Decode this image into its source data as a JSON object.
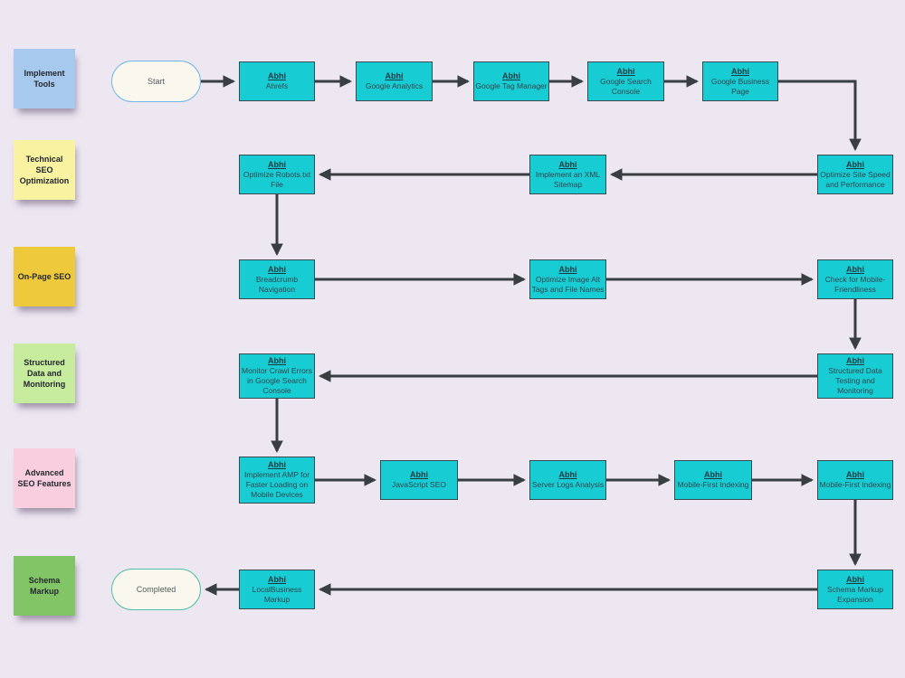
{
  "diagram": {
    "background_color": "#ede7f2",
    "node_fill_color": "#18ccd4",
    "node_border_color": "#3a4a50",
    "arrow_color": "#393e42",
    "stickies": [
      {
        "label": "Implement Tools",
        "color": "#a7c9ee"
      },
      {
        "label": "Technical SEO Optimization",
        "color": "#f8f2a1"
      },
      {
        "label": "On-Page SEO",
        "color": "#efc93c"
      },
      {
        "label": "Structured Data and Monitoring",
        "color": "#c8ec9e"
      },
      {
        "label": "Advanced SEO Features",
        "color": "#f9cede"
      },
      {
        "label": "Schema Markup",
        "color": "#82c566"
      }
    ],
    "terminals": {
      "start": {
        "label": "Start",
        "border_color": "#6fb6e8",
        "fill": "#faf8ee"
      },
      "completed": {
        "label": "Completed",
        "border_color": "#4fc0a2",
        "fill": "#faf8ee"
      }
    },
    "nodes": [
      {
        "title": "Abhi",
        "subtitle": "Ahrefs"
      },
      {
        "title": "Abhi",
        "subtitle": "Google Analytics"
      },
      {
        "title": "Abhi",
        "subtitle": "Google Tag Manager"
      },
      {
        "title": "Abhi",
        "subtitle": "Google Search Console"
      },
      {
        "title": "Abhi",
        "subtitle": "Google Business Page"
      },
      {
        "title": "Abhi",
        "subtitle": "Optimize Site Speed and Performance"
      },
      {
        "title": "Abhi",
        "subtitle": "Implement an XML Sitemap"
      },
      {
        "title": "Abhi",
        "subtitle": "Optimize Robots.txt File"
      },
      {
        "title": "Abhi",
        "subtitle": "Breadcrumb Navigation"
      },
      {
        "title": "Abhi",
        "subtitle": "Optimize Image Alt Tags and File Names"
      },
      {
        "title": "Abhi",
        "subtitle": "Check for Mobile-Friendliness"
      },
      {
        "title": "Abhi",
        "subtitle": "Structured Data Testing and Monitoring"
      },
      {
        "title": "Abhi",
        "subtitle": "Monitor Crawl Errors in Google Search Console"
      },
      {
        "title": "Abhi",
        "subtitle": "Implement AMP for Faster Loading on Mobile Devices"
      },
      {
        "title": "Abhi",
        "subtitle": "JavaScript SEO"
      },
      {
        "title": "Abhi",
        "subtitle": "Server Logs Analysis"
      },
      {
        "title": "Abhi",
        "subtitle": "Mobile-First Indexing"
      },
      {
        "title": "Abhi",
        "subtitle": "Mobile-First Indexing"
      },
      {
        "title": "Abhi",
        "subtitle": "Schema Markup Expansion"
      },
      {
        "title": "Abhi",
        "subtitle": "LocalBusiness Markup"
      }
    ]
  }
}
